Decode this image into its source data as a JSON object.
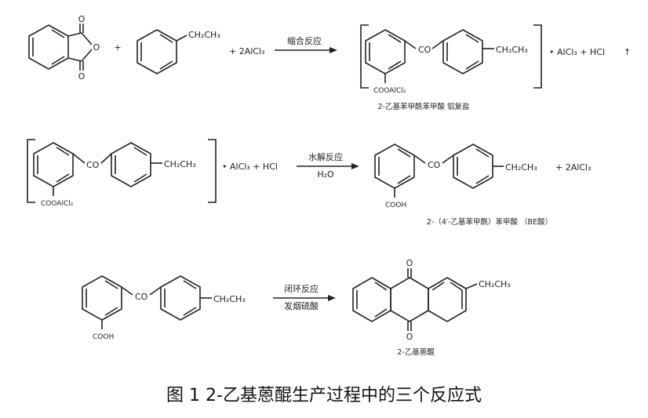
{
  "reaction1": {
    "plus_1": "+",
    "ethyl_1": "CH₂CH₃",
    "plus_2": "+ 2AlCl₃",
    "condition": "缩合反应",
    "product_co": "CO",
    "product_ethyl": "CH₂CH₃",
    "product_substituent": "COOAlCl₂",
    "product_tail": "• AlCl₃ + HCl",
    "gas_mark": "↑",
    "product_name": "2-乙基苯甲酰苯甲酸 铝复盐",
    "anhydride_o_top": "O",
    "anhydride_o_ring": "O",
    "anhydride_o_bottom": "O"
  },
  "reaction2": {
    "reactant_co": "CO",
    "reactant_ethyl": "CH₂CH₃",
    "reactant_substituent": "COOAlCl₂",
    "reactant_tail": "• AlCl₃ + HCl",
    "condition_top": "水解反应",
    "condition_bottom": "H₂O",
    "product_co": "CO",
    "product_ethyl": "CH₂CH₃",
    "product_substituent": "COOH",
    "product_tail": "+ 2AlCl₃",
    "product_name": "2-（4′-乙基苯甲酰）苯甲酸  （BE酸）"
  },
  "reaction3": {
    "reactant_co": "CO",
    "reactant_ethyl": "CH₂CH₃",
    "reactant_substituent": "COOH",
    "condition_top": "闭环反应",
    "condition_bottom": "发烟硫酸",
    "product_o_top": "O",
    "product_o_bottom": "O",
    "product_ethyl": "CH₂CH₃",
    "product_name": "2-乙基蒽醌"
  },
  "caption": "图 1   2-乙基蒽醌生产过程中的三个反应式"
}
